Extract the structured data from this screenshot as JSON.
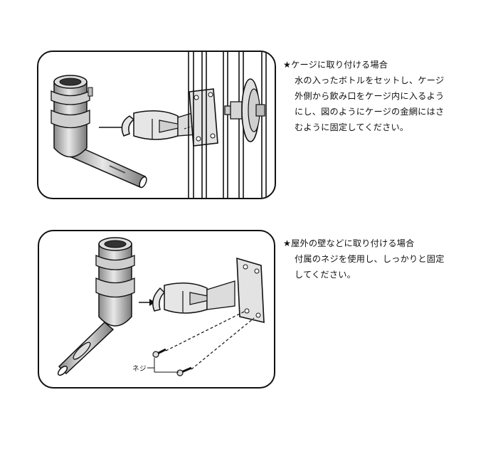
{
  "sections": [
    {
      "heading": "★ケージに取り付ける場合",
      "lines": [
        "水の入ったボトルをセットし、ケージ",
        "外側から飲み口をケージ内に入るよう",
        "にし、図のようにケージの金網にはさ",
        "むように固定してください。"
      ]
    },
    {
      "heading": "★屋外の壁などに取り付ける場合",
      "lines": [
        "付属のネジを使用し、しっかりと固定",
        "してください。"
      ]
    }
  ],
  "labels": {
    "screw": "ネジ"
  },
  "colors": {
    "stroke": "#111111",
    "fill": "#e6e6e6"
  }
}
